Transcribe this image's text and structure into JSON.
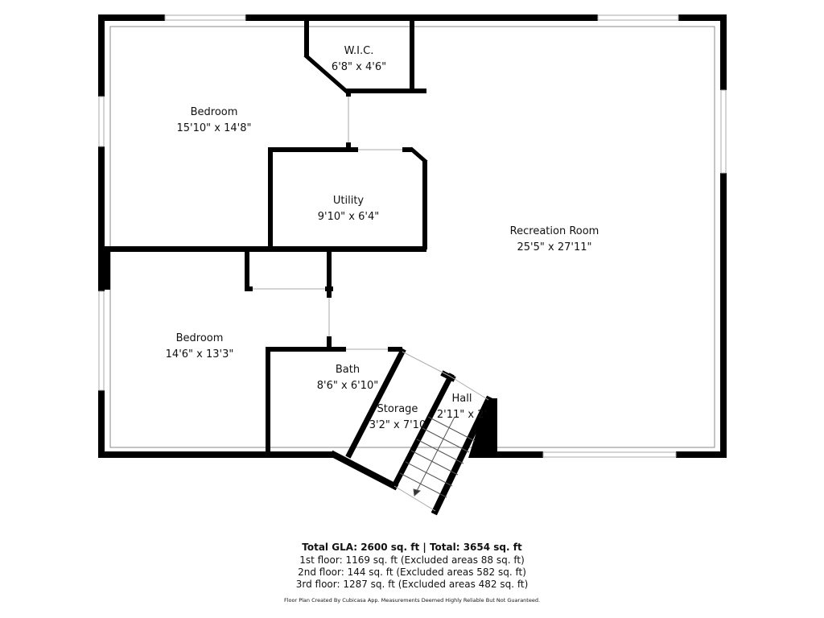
{
  "rooms": [
    {
      "name": "W.I.C.",
      "size": "6'8\" x 4'6\""
    },
    {
      "name": "Bedroom",
      "size": "15'10\" x 14'8\""
    },
    {
      "name": "Utility",
      "size": "9'10\" x 6'4\""
    },
    {
      "name": "Recreation Room",
      "size": "25'5\" x 27'11\""
    },
    {
      "name": "Bedroom",
      "size": "14'6\" x 13'3\""
    },
    {
      "name": "Bath",
      "size": "8'6\" x 6'10\""
    },
    {
      "name": "Storage",
      "size": "3'2\" x 7'10"
    },
    {
      "name": "Hall",
      "size": "2'11\" x 2'"
    }
  ],
  "summary": {
    "total": "Total GLA: 2600 sq. ft | Total: 3654 sq. ft",
    "floors": [
      "1st floor: 1169 sq. ft (Excluded areas 88 sq. ft)",
      "2nd floor: 144 sq. ft (Excluded areas 582 sq. ft)",
      "3rd floor: 1287 sq. ft (Excluded areas 482 sq. ft)"
    ],
    "disclaimer": "Floor Plan Created By Cubicasa App. Measurements Deemed Highly Reliable But Not Guaranteed."
  },
  "colors": {
    "wall": "#000000",
    "line": "#999999"
  }
}
